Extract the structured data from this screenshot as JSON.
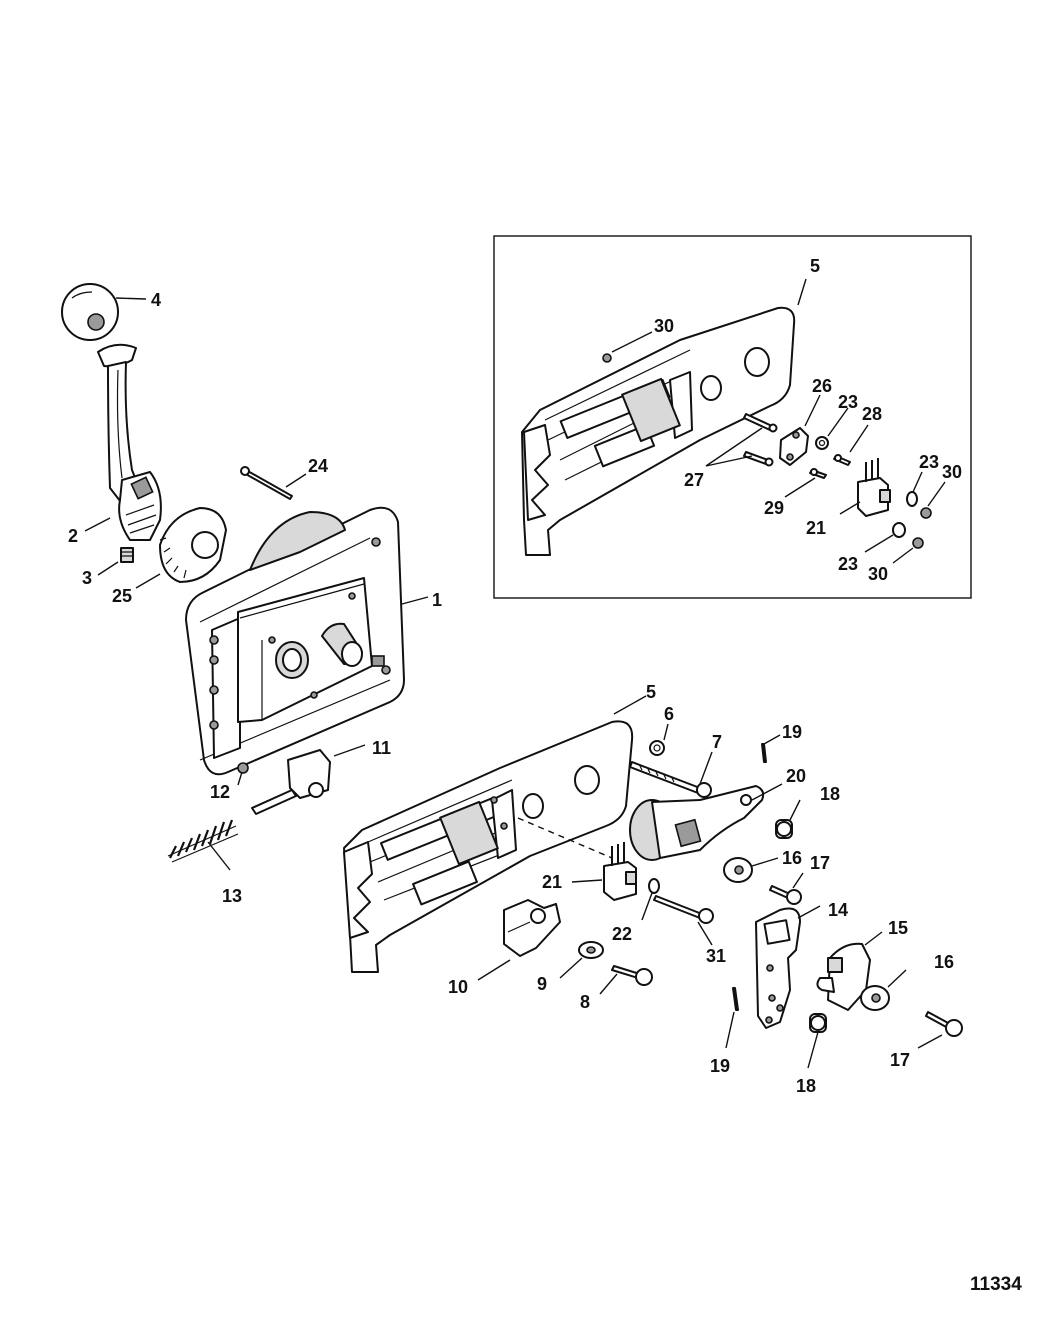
{
  "figure_number": "11334",
  "callouts": [
    {
      "id": "c-4",
      "text": "4"
    },
    {
      "id": "c-24",
      "text": "24"
    },
    {
      "id": "c-2",
      "text": "2"
    },
    {
      "id": "c-3",
      "text": "3"
    },
    {
      "id": "c-25",
      "text": "25"
    },
    {
      "id": "c-1",
      "text": "1"
    },
    {
      "id": "c-11",
      "text": "11"
    },
    {
      "id": "c-12",
      "text": "12"
    },
    {
      "id": "c-13",
      "text": "13"
    },
    {
      "id": "c-5b",
      "text": "5"
    },
    {
      "id": "c-6",
      "text": "6"
    },
    {
      "id": "c-7",
      "text": "7"
    },
    {
      "id": "c-19a",
      "text": "19"
    },
    {
      "id": "c-20",
      "text": "20"
    },
    {
      "id": "c-18a",
      "text": "18"
    },
    {
      "id": "c-16a",
      "text": "16"
    },
    {
      "id": "c-17a",
      "text": "17"
    },
    {
      "id": "c-21b",
      "text": "21"
    },
    {
      "id": "c-22",
      "text": "22"
    },
    {
      "id": "c-31",
      "text": "31"
    },
    {
      "id": "c-14",
      "text": "14"
    },
    {
      "id": "c-15",
      "text": "15"
    },
    {
      "id": "c-16b",
      "text": "16"
    },
    {
      "id": "c-10",
      "text": "10"
    },
    {
      "id": "c-9",
      "text": "9"
    },
    {
      "id": "c-8",
      "text": "8"
    },
    {
      "id": "c-19b",
      "text": "19"
    },
    {
      "id": "c-18b",
      "text": "18"
    },
    {
      "id": "c-17b",
      "text": "17"
    },
    {
      "id": "c-5a",
      "text": "5"
    },
    {
      "id": "c-30a",
      "text": "30"
    },
    {
      "id": "c-26",
      "text": "26"
    },
    {
      "id": "c-23a",
      "text": "23"
    },
    {
      "id": "c-28",
      "text": "28"
    },
    {
      "id": "c-27",
      "text": "27"
    },
    {
      "id": "c-29",
      "text": "29"
    },
    {
      "id": "c-23b",
      "text": "23"
    },
    {
      "id": "c-30b",
      "text": "30"
    },
    {
      "id": "c-21a",
      "text": "21"
    },
    {
      "id": "c-23c",
      "text": "23"
    },
    {
      "id": "c-30c",
      "text": "30"
    }
  ]
}
